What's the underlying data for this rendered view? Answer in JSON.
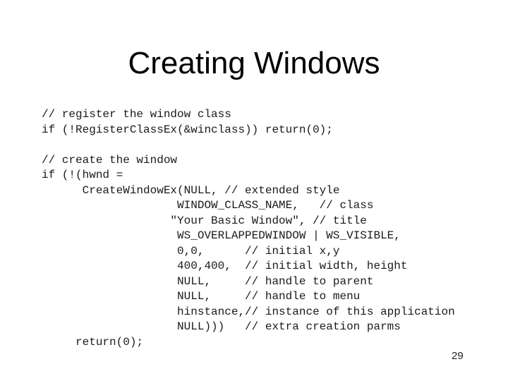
{
  "slide": {
    "title": "Creating Windows",
    "page_number": "29",
    "colors": {
      "background": "#ffffff",
      "title_text": "#000000",
      "code_text": "#1a1a1a",
      "page_number_text": "#222222"
    },
    "code_lines": [
      "// register the window class",
      "if (!RegisterClassEx(&winclass)) return(0);",
      "",
      "// create the window",
      "if (!(hwnd =",
      "      CreateWindowEx(NULL, // extended style",
      "                    WINDOW_CLASS_NAME,   // class",
      "                   \"Your Basic Window\", // title",
      "                    WS_OVERLAPPEDWINDOW | WS_VISIBLE,",
      "                    0,0,      // initial x,y",
      "                    400,400,  // initial width, height",
      "                    NULL,     // handle to parent",
      "                    NULL,     // handle to menu",
      "                    hinstance,// instance of this application",
      "                    NULL)))   // extra creation parms",
      "     return(0);"
    ]
  }
}
